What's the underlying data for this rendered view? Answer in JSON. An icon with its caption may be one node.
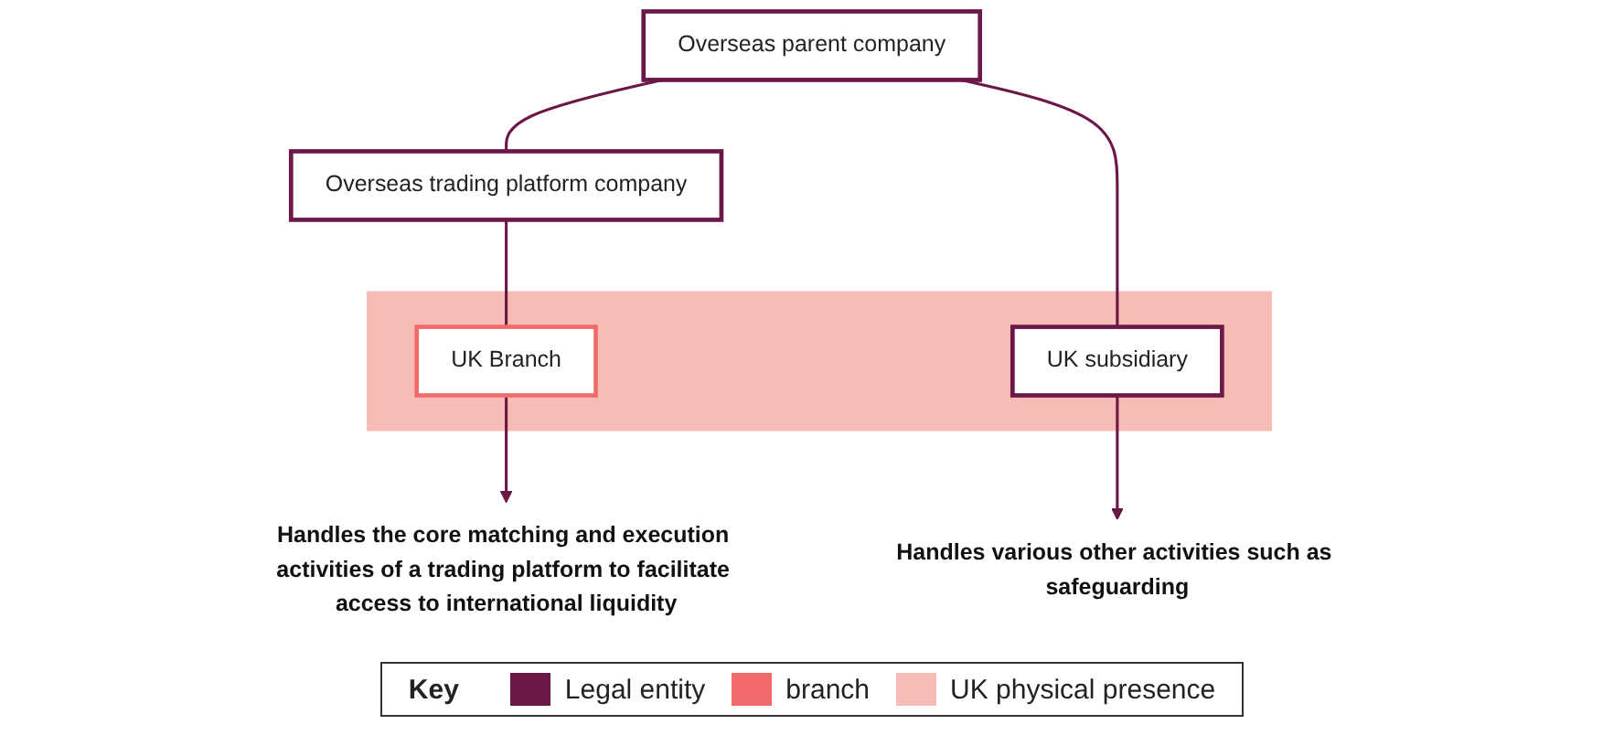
{
  "diagram": {
    "nodes": [
      {
        "text": [
          "Overseas parent company"
        ]
      },
      {
        "text": [
          "Overseas trading platform company"
        ]
      },
      {
        "text": [],
        "shape": "band"
      },
      {
        "text": [
          "UK Branch"
        ],
        "in": 2
      },
      {
        "text": [
          "UK subsidiary"
        ],
        "in": 2
      },
      {
        "text": [
          "Handles the core matching and execution activities of a trading platform to facilitate access to international liquidity"
        ]
      },
      {
        "text": [
          "Handles various other activities such as safeguarding"
        ]
      }
    ],
    "edges": [
      {
        "from": 0,
        "to": 1,
        "arrow": "none"
      },
      {
        "from": 0,
        "to": 4,
        "arrow": "none"
      },
      {
        "from": 1,
        "to": 3,
        "arrow": "none"
      },
      {
        "from": 3,
        "to": 5,
        "arrow": "to"
      },
      {
        "from": 4,
        "to": 6,
        "arrow": "to"
      }
    ],
    "labels": [
      "Key"
    ],
    "legend": [
      {
        "text": "Legal entity",
        "color": "#6b1748"
      },
      {
        "text": "branch",
        "color": "#f26b6b"
      },
      {
        "text": "UK physical presence",
        "color": "#f7bcb6"
      }
    ]
  }
}
